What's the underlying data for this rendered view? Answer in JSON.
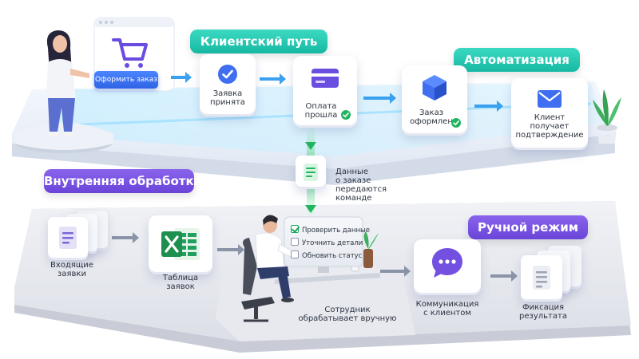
{
  "sections": {
    "customer_journey": "Клиентский путь",
    "automation": "Автоматизация",
    "internal_processing": "Внутренняя обработка",
    "manual_mode": "Ручной режим"
  },
  "order_button": "Оформить заказ",
  "top_steps": [
    {
      "label": [
        "Заявка",
        "принята"
      ],
      "icon": "checkmark-circle-icon"
    },
    {
      "label": [
        "Оплата",
        "прошла"
      ],
      "icon": "credit-card-icon"
    },
    {
      "label": [
        "Заказ",
        "оформлен"
      ],
      "icon": "package-box-icon"
    },
    {
      "label": [
        "Клиент",
        "получает",
        "подтверждение"
      ],
      "icon": "envelope-icon"
    }
  ],
  "handoff": {
    "text": [
      "Данные",
      "о заказе",
      "передаются",
      "команде"
    ],
    "icon": "document-icon"
  },
  "bottom_steps": [
    {
      "label": [
        "Входящие",
        "заявки"
      ],
      "icon": "stacked-documents-icon"
    },
    {
      "label": [
        "Таблица",
        "заявок"
      ],
      "icon": "spreadsheet-icon"
    },
    {
      "label": [
        "Коммуникация",
        "с клиентом"
      ],
      "icon": "chat-bubble-icon"
    },
    {
      "label": [
        "Фиксация",
        "результата"
      ],
      "icon": "stacked-documents-icon"
    }
  ],
  "checklist": [
    {
      "text": "Проверить данные",
      "checked": true
    },
    {
      "text": "Уточнить детали",
      "checked": false
    },
    {
      "text": "Обновить статус",
      "checked": false
    }
  ],
  "employee_label": [
    "Сотрудник",
    "обрабатывает вручную"
  ],
  "colors": {
    "teal": "#1fc4ad",
    "purple": "#7350e0",
    "blue": "#3f6ff0",
    "green": "#22b55f",
    "arrow_blue": "#3aa0f0",
    "arrow_gray": "#8a93a8"
  }
}
